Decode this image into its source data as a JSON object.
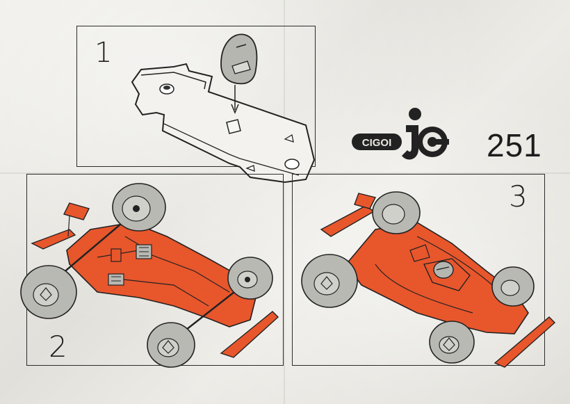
{
  "sheet": {
    "model_number": "251",
    "colors": {
      "car_body": "#e8562c",
      "wheel": "#b9b9b4",
      "ink": "#222222",
      "paper": "#e9e7e1"
    },
    "logo": {
      "text": "CIGOI"
    },
    "steps": [
      {
        "number": "1"
      },
      {
        "number": "2"
      },
      {
        "number": "3"
      }
    ]
  }
}
